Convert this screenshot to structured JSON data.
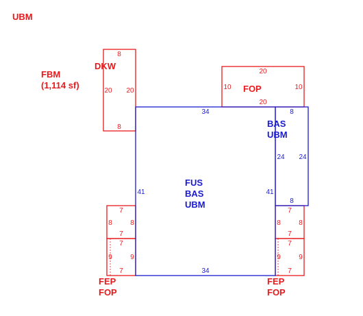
{
  "colors": {
    "red": "#e8191c",
    "blue": "#1a1ad0"
  },
  "labels": {
    "ubm_top": "UBM",
    "fbm_line1": "FBM",
    "fbm_line2": "(1,114 sf)",
    "dkw": "DKW",
    "fop_top": "FOP",
    "bas_ubm_line1": "BAS",
    "bas_ubm_line2": "UBM",
    "main_line1": "FUS",
    "main_line2": "BAS",
    "main_line3": "UBM",
    "fep_left_line1": "FEP",
    "fep_left_line2": "FOP",
    "fep_right_line1": "FEP",
    "fep_right_line2": "FOP"
  },
  "dims": {
    "main_top": "34",
    "main_bottom": "34",
    "main_left": "41",
    "main_right": "41",
    "dkw_top": "8",
    "dkw_bottom": "8",
    "dkw_left": "20",
    "dkw_right": "20",
    "fop_top": "20",
    "fop_bottom": "20",
    "fop_left": "10",
    "fop_right": "10",
    "bas_top": "8",
    "bas_bottom": "8",
    "bas_left": "24",
    "bas_right": "24",
    "lfe1_top": "7",
    "lfe1_bottom": "7",
    "lfe1_left": "8",
    "lfe1_right": "8",
    "lfe2_top": "7",
    "lfe2_bottom": "7",
    "lfe2_left": "9",
    "lfe2_right": "9",
    "rfe1_top": "7",
    "rfe1_bottom": "7",
    "rfe1_left": "8",
    "rfe1_right": "8",
    "rfe2_top": "7",
    "rfe2_bottom": "7",
    "rfe2_left": "9",
    "rfe2_right": "9"
  }
}
